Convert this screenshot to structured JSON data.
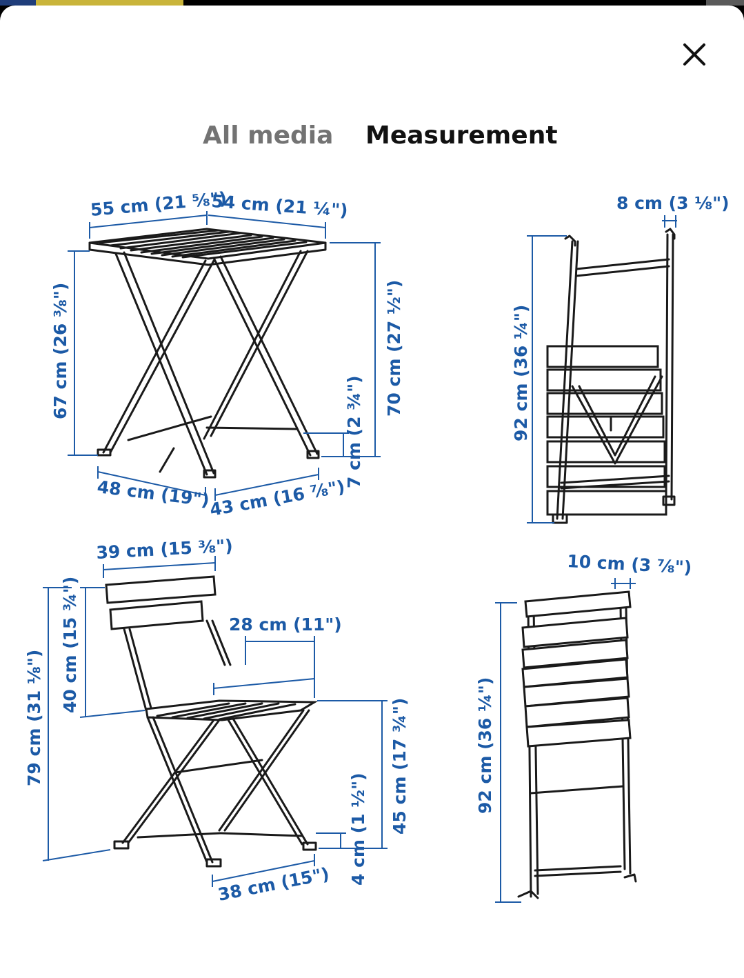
{
  "modal": {
    "close_label": "close",
    "tabs": [
      {
        "label": "All media",
        "active": false
      },
      {
        "label": "Measurement",
        "active": true
      }
    ]
  },
  "colors": {
    "dimension_blue": "#1c5aa6",
    "active_tab": "#111111",
    "inactive_tab": "#737373",
    "line_drawing": "#1a1a1a"
  },
  "dimensions": {
    "table": {
      "top_width": "55 cm (21 ⅝\")",
      "top_depth": "54 cm (21 ¼\")",
      "height_under_top": "67 cm (26 ⅜\")",
      "total_height": "70 cm (27 ½\")",
      "foot_height": "7 cm (2 ¾\")",
      "leg_width": "48 cm (19\")",
      "leg_depth": "43 cm (16 ⅞\")"
    },
    "table_folded": {
      "thickness": "8 cm (3 ⅛\")",
      "height": "92 cm (36 ¼\")"
    },
    "chair": {
      "width": "39 cm (15 ⅜\")",
      "back_height": "40 cm (15 ¾\")",
      "total_height": "79 cm (31 ⅛\")",
      "seat_depth": "28 cm (11\")",
      "seat_height": "45 cm (17 ¾\")",
      "foot_height": "4 cm (1 ½\")",
      "leg_depth": "38 cm (15\")"
    },
    "chair_folded": {
      "thickness": "10 cm (3 ⅞\")",
      "height": "92 cm (36 ¼\")"
    }
  }
}
